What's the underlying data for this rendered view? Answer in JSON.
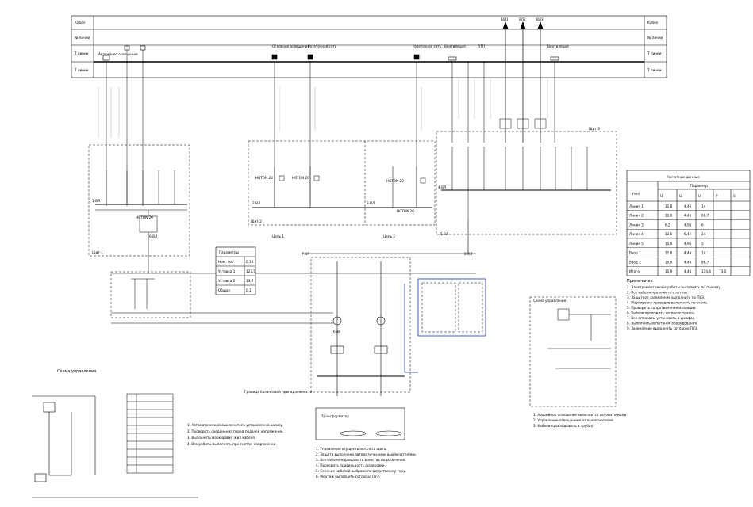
{
  "bus_rows": [
    {
      "left": "Кабел",
      "right": "Кабел"
    },
    {
      "left": "№ линии",
      "right": "№ линии"
    },
    {
      "left": "Т линии",
      "right": "Т линии"
    },
    {
      "left": "Т линии",
      "right": "Т линии"
    }
  ],
  "top_feeders": [
    "ВЛ1",
    "ВЛ2",
    "ВЛ3"
  ],
  "consumers": [
    "Аварийное освещение",
    "Основное освещение",
    "Розеточная сеть",
    "Розеточная сеть",
    "Вентиляция",
    "ЛТП",
    "Вентиляция"
  ],
  "nodes": [
    "1-ВЛ",
    "2-ВЛ",
    "3-ВЛ",
    "4-ВЛ",
    "5-ВЛ",
    "6-ВЛ",
    "7-ВЛ",
    "8-ВЛ"
  ],
  "box_label_left": "Щит-1",
  "box_label_mid": "Щит-2",
  "box_label_right": "Щит-3",
  "mid_labels": [
    "Цепь 1",
    "Цепь 2"
  ],
  "legend_small": {
    "title": "Параметры",
    "rows": [
      {
        "label": "Ном. ток",
        "value": "0,16"
      },
      {
        "label": "Уставка 1",
        "value": "127,5"
      },
      {
        "label": "Уставка 2",
        "value": "13,7"
      },
      {
        "label": "Общая",
        "value": "0,1"
      }
    ]
  },
  "right_table": {
    "title": "Расчетные данные",
    "header": [
      "Узел",
      "Параметр"
    ],
    "subheader": [
      "I1",
      "I2",
      "U",
      "P",
      "S"
    ],
    "rows": [
      {
        "label": "Линия 1",
        "values": [
          "11,8",
          "4,46",
          "14",
          ""
        ]
      },
      {
        "label": "Линия 2",
        "values": [
          "15,9",
          "4,46",
          "86,7",
          ""
        ]
      },
      {
        "label": "Линия 3",
        "values": [
          "6,2",
          "4,96",
          "6",
          ""
        ]
      },
      {
        "label": "Линия 4",
        "values": [
          "12,6",
          "6,42",
          "24",
          ""
        ]
      },
      {
        "label": "Линия 5",
        "values": [
          "15,6",
          "4,96",
          "5",
          ""
        ]
      },
      {
        "label": "Ввод 1",
        "values": [
          "11,6",
          "4,46",
          "14",
          ""
        ]
      },
      {
        "label": "Ввод 2",
        "values": [
          "15,9",
          "4,46",
          "86,7",
          ""
        ]
      },
      {
        "label": "Итого",
        "values": [
          "15,9",
          "4,46",
          "114,6",
          "73,5"
        ]
      }
    ]
  },
  "notes_right_title": "Примечание",
  "notes_right": [
    "1. Электромонтажные работы выполнять по проекту.",
    "2. Все кабели проложить в лотках.",
    "3. Защитное заземление выполнить по ПУЭ.",
    "4. Маркировку проводов выполнить по схеме.",
    "5. Проверить сопротивление изоляции.",
    "6. Кабели проложить согласно трассе.",
    "7. Все аппараты установить в шкафах.",
    "8. Выполнить испытания оборудования.",
    "9. Заземление выполнить согласно ПУЭ."
  ],
  "bottom_left_title": "Схема управления",
  "bottom_left_notes": [
    "1. Автоматический выключатель установлен в шкафу.",
    "2. Проверить соединения перед подачей напряжения.",
    "3. Выполнить маркировку жил кабеля.",
    "4. Все работы выполнять при снятом напряжении."
  ],
  "center_notes": [
    "1. Управление осуществляется со щита.",
    "2. Защита выполнена автоматическими выключателями.",
    "3. Все кабели маркировать в местах подключения.",
    "4. Проверить правильность фазировки.",
    "5. Сечение кабелей выбрано по допустимому току.",
    "6. Монтаж выполнить согласно ПУЭ."
  ],
  "right_control_title": "Схема управления",
  "right_control_notes": [
    "1. Аварийное освещение включается автоматически.",
    "2. Управление освещением от выключателей.",
    "3. Кабели прокладывать в трубах."
  ],
  "bottom_center_box": "Трансформатор",
  "bottom_center_note": "Граница балансовой принадлежности"
}
